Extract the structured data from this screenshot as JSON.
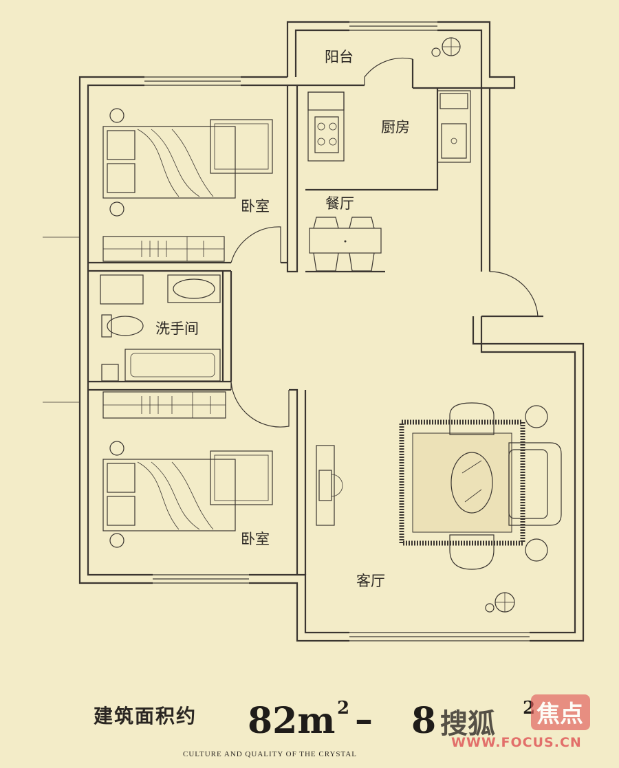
{
  "rooms": {
    "balcony": "阳台",
    "kitchen": "厨房",
    "bedroom_top": "卧室",
    "dining": "餐厅",
    "bathroom": "洗手间",
    "bedroom_bottom": "卧室",
    "living": "客厅"
  },
  "area": {
    "label": "建筑面积约",
    "range_start": "82m",
    "sup_start": "2",
    "range_sep": "–",
    "range_end": "8",
    "sup_end": "2"
  },
  "tagline": "CULTURE AND QUALITY OF THE CRYSTAL",
  "watermark": {
    "brand": "搜狐",
    "logo_text": "焦点",
    "url": "WWW.FOCUS.CN",
    "color": "#e05a5a"
  }
}
